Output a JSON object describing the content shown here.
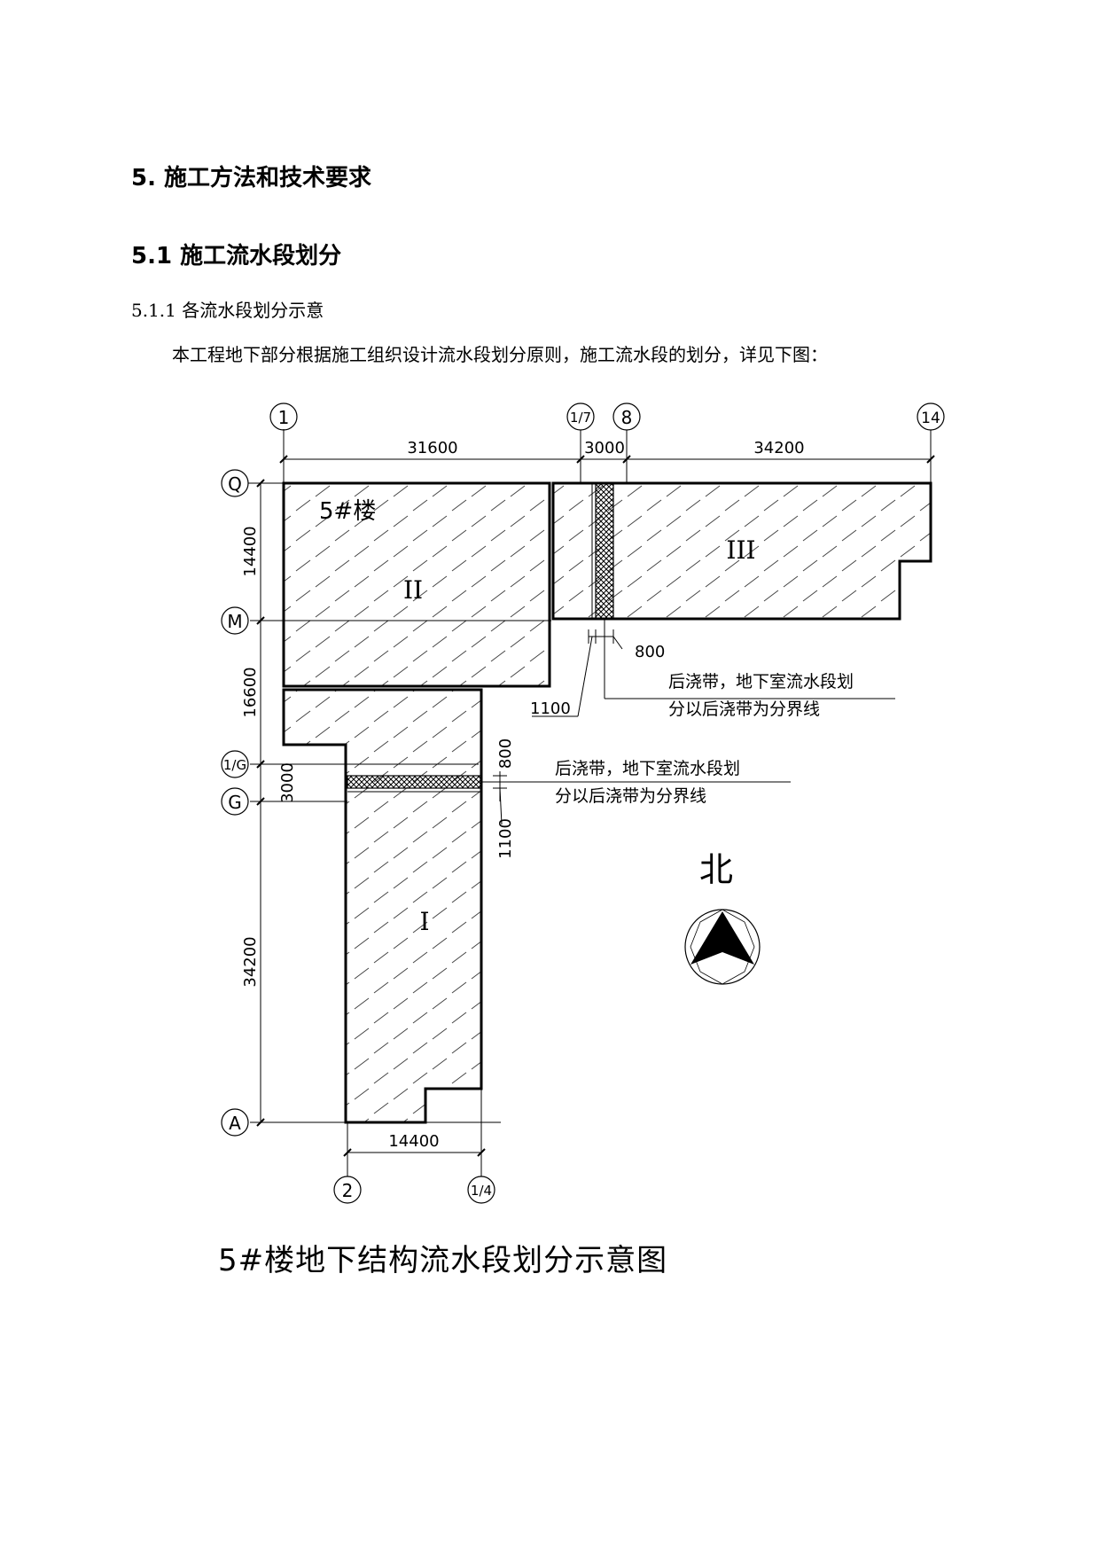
{
  "heading1": "5.  施工方法和技术要求",
  "heading2": "5.1 施工流水段划分",
  "heading3": "5.1.1  各流水段划分示意",
  "paragraph": "本工程地下部分根据施工组织设计流水段划分原则，施工流水段的划分，详见下图：",
  "drawing": {
    "axes_top": [
      "1",
      "1/7",
      "8",
      "14"
    ],
    "axes_left": [
      "Q",
      "M",
      "1/G",
      "G",
      "A"
    ],
    "axes_bottom": [
      "2",
      "1/4"
    ],
    "dim_top": [
      "31600",
      "3000",
      "34200"
    ],
    "dim_left": [
      "14400",
      "16600",
      "3000",
      "34200"
    ],
    "dim_bottom": "14400",
    "band_right": {
      "width": "800",
      "offset": "1100",
      "note_line1": "后浇带，地下室流水段划",
      "note_line2": "分以后浇带为分界线"
    },
    "band_left": {
      "width": "800",
      "offset": "1100",
      "note_line1": "后浇带，地下室流水段划",
      "note_line2": "分以后浇带为分界线"
    },
    "building_label": "5#楼",
    "sections": [
      "I",
      "II",
      "III"
    ],
    "north_label": "北",
    "caption": "5#楼地下结构流水段划分示意图"
  }
}
